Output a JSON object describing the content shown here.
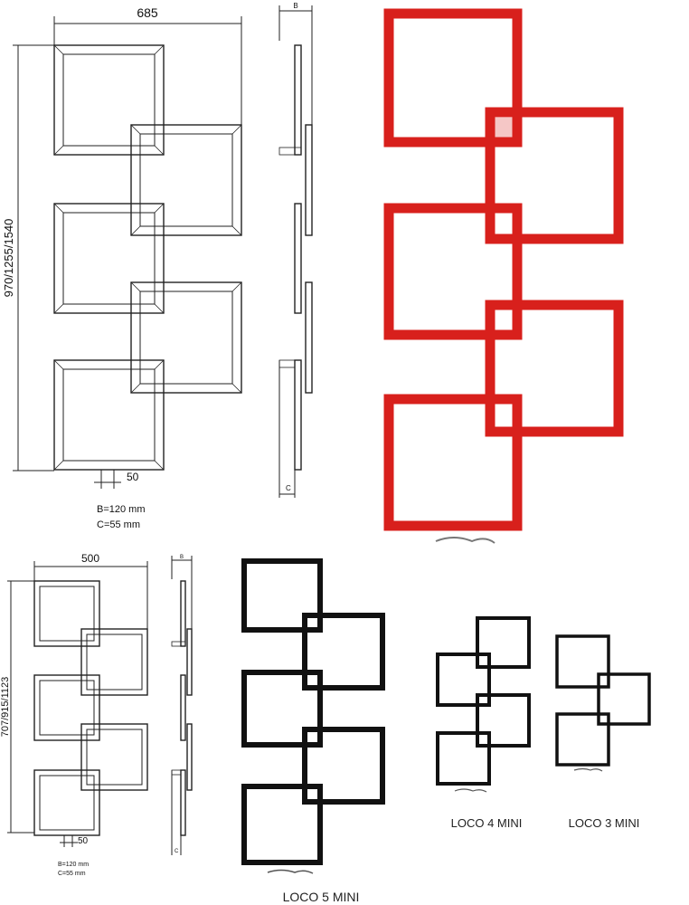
{
  "large_drawing": {
    "width_label": "685",
    "height_label": "970/1255/1540",
    "pipe_label": "50",
    "side_top_label": "B",
    "side_bottom_label": "C",
    "note_b": "B=120 mm",
    "note_c": "C=55 mm"
  },
  "small_drawing": {
    "width_label": "500",
    "height_label": "707/915/1123",
    "pipe_label": "50",
    "side_top_label": "B",
    "side_bottom_label": "C",
    "note_b": "B=120 mm",
    "note_c": "C=55 mm"
  },
  "products": [
    {
      "caption": "LOCO 5 MINI",
      "color": "#111111"
    },
    {
      "caption": "LOCO 4 MINI",
      "color": "#111111"
    },
    {
      "caption": "LOCO 3 MINI",
      "color": "#111111"
    }
  ],
  "colors": {
    "red_radiator": "#d8201c",
    "line": "#222222"
  }
}
